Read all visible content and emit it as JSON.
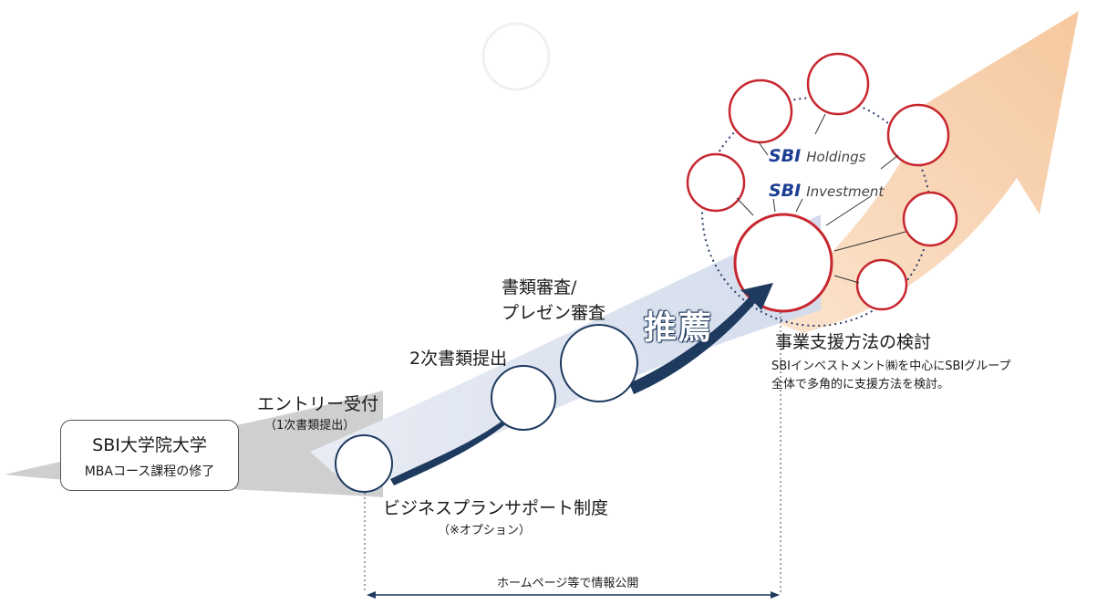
{
  "start": {
    "title": "SBI大学院大学",
    "subtitle": "MBAコース課程の修了"
  },
  "steps": {
    "entry": {
      "title": "エントリー受付",
      "sub": "（1次書類提出）"
    },
    "second": {
      "title": "2次書類提出"
    },
    "review": {
      "line1": "書類審査/",
      "line2": "プレゼン審査"
    }
  },
  "recommend": "推薦",
  "logos": {
    "holdings": {
      "mark": "SBI",
      "name": "Holdings"
    },
    "investment": {
      "mark": "SBI",
      "name": "Investment"
    }
  },
  "result": {
    "title": "事業支援方法の検討",
    "desc1": "SBIインベストメント㈱を中心にSBIグループ",
    "desc2": "全体で多角的に支援方法を検討。"
  },
  "program": {
    "title": "ビジネスプランサポート制度",
    "option": "（※オプション）"
  },
  "span_label": "ホームページ等で情報公開",
  "colors": {
    "navy": "#1e3a5f",
    "band": "#dde4f1",
    "gray_band": "#c9c9c9",
    "arrow": "#f6caa0",
    "circle_red": "#c8262e"
  }
}
